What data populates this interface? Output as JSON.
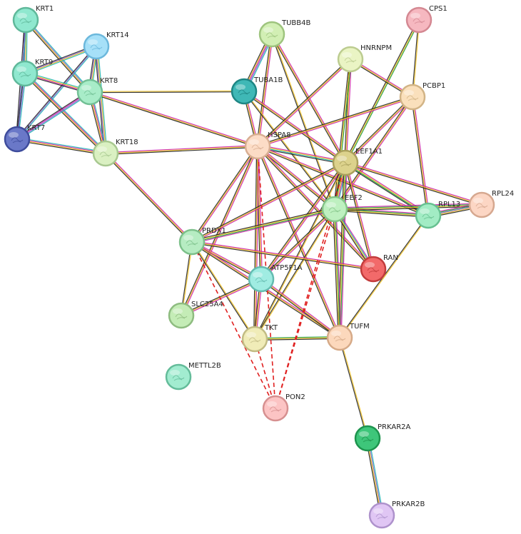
{
  "nodes": [
    {
      "id": "KRT1",
      "label": "KRT1",
      "color": "#8fe8cf",
      "border": "#5fb89a"
    },
    {
      "id": "KRT14",
      "label": "KRT14",
      "color": "#a6e0f8",
      "border": "#6cb8dc"
    },
    {
      "id": "KRT9",
      "label": "KRT9",
      "color": "#8fe8cf",
      "border": "#5fb89a"
    },
    {
      "id": "KRT8",
      "label": "KRT8",
      "color": "#a8ecc8",
      "border": "#72c095"
    },
    {
      "id": "KRT7",
      "label": "KRT7",
      "color": "#6a78c8",
      "border": "#3e4c9c"
    },
    {
      "id": "KRT18",
      "label": "KRT18",
      "color": "#daf0c2",
      "border": "#a8c890"
    },
    {
      "id": "TUBB4B",
      "label": "TUBB4B",
      "color": "#d2efb4",
      "border": "#9ec47e"
    },
    {
      "id": "TUBA1B",
      "label": "TUBA1B",
      "color": "#3fb8b6",
      "border": "#1e8684"
    },
    {
      "id": "CPS1",
      "label": "CPS1",
      "color": "#f6b8c0",
      "border": "#d48892"
    },
    {
      "id": "HNRNPM",
      "label": "HNRNPM",
      "color": "#eaf4c4",
      "border": "#bccc90"
    },
    {
      "id": "PCBP1",
      "label": "PCBP1",
      "color": "#fae0bc",
      "border": "#d2b486"
    },
    {
      "id": "HSPA8",
      "label": "HSPA8",
      "color": "#fcdcc6",
      "border": "#d8ae92"
    },
    {
      "id": "EEF1A1",
      "label": "EEF1A1",
      "color": "#dcd28c",
      "border": "#aaa05c"
    },
    {
      "id": "EEF2",
      "label": "EEF2",
      "color": "#bef0c0",
      "border": "#84c488"
    },
    {
      "id": "RPL24",
      "label": "RPL24",
      "color": "#fcd6c4",
      "border": "#d6a890"
    },
    {
      "id": "RPL13",
      "label": "RPL13",
      "color": "#a2ecc4",
      "border": "#66c090"
    },
    {
      "id": "PRDX1",
      "label": "PRDX1",
      "color": "#b6ecc2",
      "border": "#7cc08a"
    },
    {
      "id": "RAN",
      "label": "RAN",
      "color": "#f26a6a",
      "border": "#c23c3c"
    },
    {
      "id": "ATP5F1A",
      "label": "ATP5F1A",
      "color": "#a0ece2",
      "border": "#64bcb0"
    },
    {
      "id": "SLC25A4",
      "label": "SLC25A4",
      "color": "#c4ecb6",
      "border": "#8ebc80"
    },
    {
      "id": "TKT",
      "label": "TKT",
      "color": "#f0ecb8",
      "border": "#c2bc84"
    },
    {
      "id": "TUFM",
      "label": "TUFM",
      "color": "#fcd8bc",
      "border": "#d6aa88"
    },
    {
      "id": "METTL2B",
      "label": "METTL2B",
      "color": "#a2ecd0",
      "border": "#64bc9a"
    },
    {
      "id": "PON2",
      "label": "PON2",
      "color": "#fcc4c4",
      "border": "#d69090"
    },
    {
      "id": "PRKAR2A",
      "label": "PRKAR2A",
      "color": "#3ec67a",
      "border": "#1e944e"
    },
    {
      "id": "PRKAR2B",
      "label": "PRKAR2B",
      "color": "#e0c6f4",
      "border": "#ae92cc"
    }
  ],
  "edges": [
    {
      "a": "KRT1",
      "b": "KRT9",
      "types": [
        "#1fb6b6",
        "#f0c020",
        "#8866cc",
        "#222222"
      ]
    },
    {
      "a": "KRT1",
      "b": "KRT8",
      "types": [
        "#1fb6b6",
        "#8866cc",
        "#f0c020",
        "#222222"
      ]
    },
    {
      "a": "KRT1",
      "b": "KRT7",
      "types": [
        "#1fb6b6",
        "#8866cc",
        "#222222"
      ]
    },
    {
      "a": "KRT14",
      "b": "KRT9",
      "types": [
        "#1fb6b6",
        "#f0c020",
        "#8866cc",
        "#222222"
      ]
    },
    {
      "a": "KRT14",
      "b": "KRT8",
      "types": [
        "#1fb6b6",
        "#f0c020",
        "#8866cc",
        "#222222"
      ]
    },
    {
      "a": "KRT14",
      "b": "KRT7",
      "types": [
        "#1fb6b6",
        "#8866cc",
        "#222222"
      ]
    },
    {
      "a": "KRT14",
      "b": "KRT18",
      "types": [
        "#1fb6b6",
        "#f0c020",
        "#8866cc",
        "#222222"
      ]
    },
    {
      "a": "KRT9",
      "b": "KRT8",
      "types": [
        "#1fb6b6",
        "#f0c020",
        "#cc22aa",
        "#222222"
      ]
    },
    {
      "a": "KRT9",
      "b": "KRT7",
      "types": [
        "#1fb6b6",
        "#8866cc",
        "#222222"
      ]
    },
    {
      "a": "KRT9",
      "b": "KRT18",
      "types": [
        "#1fb6b6",
        "#cc22aa",
        "#f0c020",
        "#222222"
      ]
    },
    {
      "a": "KRT8",
      "b": "KRT7",
      "types": [
        "#1fb6b6",
        "#8866cc",
        "#cc22aa",
        "#222222"
      ]
    },
    {
      "a": "KRT8",
      "b": "KRT18",
      "types": [
        "#1fb6b6",
        "#cc22aa",
        "#f0c020",
        "#222222"
      ]
    },
    {
      "a": "KRT7",
      "b": "KRT18",
      "types": [
        "#1fb6b6",
        "#cc22aa",
        "#f0c020",
        "#222222"
      ]
    },
    {
      "a": "KRT8",
      "b": "TUBA1B",
      "types": [
        "#f0c020",
        "#222222"
      ]
    },
    {
      "a": "KRT8",
      "b": "HSPA8",
      "types": [
        "#cc22aa",
        "#f0c020",
        "#222222"
      ]
    },
    {
      "a": "KRT18",
      "b": "HSPA8",
      "types": [
        "#cc22aa",
        "#f0c020",
        "#222222"
      ]
    },
    {
      "a": "KRT18",
      "b": "PRDX1",
      "types": [
        "#cc22aa",
        "#f0c020",
        "#222222"
      ]
    },
    {
      "a": "TUBB4B",
      "b": "TUBA1B",
      "types": [
        "#1fb6b6",
        "#8866cc",
        "#cc22aa",
        "#f0c020",
        "#222222"
      ]
    },
    {
      "a": "TUBB4B",
      "b": "HSPA8",
      "types": [
        "#cc22aa",
        "#f0c020",
        "#222222"
      ]
    },
    {
      "a": "TUBB4B",
      "b": "EEF1A1",
      "types": [
        "#cc22aa",
        "#f0c020",
        "#222222"
      ]
    },
    {
      "a": "TUBB4B",
      "b": "EEF2",
      "types": [
        "#f0c020",
        "#222222"
      ]
    },
    {
      "a": "TUBA1B",
      "b": "HSPA8",
      "types": [
        "#cc22aa",
        "#f0c020",
        "#222222"
      ]
    },
    {
      "a": "TUBA1B",
      "b": "EEF1A1",
      "types": [
        "#cc22aa",
        "#f0c020",
        "#222222"
      ]
    },
    {
      "a": "TUBA1B",
      "b": "EEF2",
      "types": [
        "#f0c020",
        "#222222"
      ]
    },
    {
      "a": "CPS1",
      "b": "PCBP1",
      "types": [
        "#f0c020",
        "#222222"
      ]
    },
    {
      "a": "CPS1",
      "b": "EEF1A1",
      "types": [
        "#1a9a3a",
        "#f0c020",
        "#222222"
      ]
    },
    {
      "a": "HNRNPM",
      "b": "PCBP1",
      "types": [
        "#cc22aa",
        "#f0c020",
        "#222222"
      ]
    },
    {
      "a": "HNRNPM",
      "b": "HSPA8",
      "types": [
        "#cc22aa",
        "#f0c020",
        "#222222"
      ]
    },
    {
      "a": "HNRNPM",
      "b": "EEF1A1",
      "types": [
        "#cc22aa",
        "#f0c020",
        "#222222"
      ]
    },
    {
      "a": "HNRNPM",
      "b": "EEF2",
      "types": [
        "#1a9a3a",
        "#f0c020",
        "#222222"
      ]
    },
    {
      "a": "PCBP1",
      "b": "HSPA8",
      "types": [
        "#cc22aa",
        "#f0c020",
        "#222222"
      ]
    },
    {
      "a": "PCBP1",
      "b": "EEF1A1",
      "types": [
        "#cc22aa",
        "#f0c020",
        "#222222"
      ]
    },
    {
      "a": "PCBP1",
      "b": "EEF2",
      "types": [
        "#cc22aa",
        "#f0c020",
        "#222222"
      ]
    },
    {
      "a": "PCBP1",
      "b": "RPL13",
      "types": [
        "#cc22aa",
        "#f0c020",
        "#222222"
      ]
    },
    {
      "a": "HSPA8",
      "b": "EEF1A1",
      "types": [
        "#cc22aa",
        "#f0c020",
        "#1fb6b6",
        "#222222"
      ]
    },
    {
      "a": "HSPA8",
      "b": "EEF2",
      "types": [
        "#cc22aa",
        "#f0c020",
        "#222222"
      ]
    },
    {
      "a": "HSPA8",
      "b": "RPL13",
      "types": [
        "#cc22aa",
        "#f0c020",
        "#222222"
      ]
    },
    {
      "a": "HSPA8",
      "b": "PRDX1",
      "types": [
        "#cc22aa",
        "#f0c020",
        "#222222"
      ]
    },
    {
      "a": "HSPA8",
      "b": "RAN",
      "types": [
        "#cc22aa",
        "#f0c020",
        "#222222"
      ]
    },
    {
      "a": "HSPA8",
      "b": "ATP5F1A",
      "types": [
        "#cc22aa",
        "#f0c020",
        "#222222"
      ]
    },
    {
      "a": "HSPA8",
      "b": "TKT",
      "types": [
        "#cc22aa",
        "#f0c020",
        "#222222"
      ]
    },
    {
      "a": "HSPA8",
      "b": "TUFM",
      "types": [
        "#cc22aa",
        "#f0c020",
        "#222222"
      ]
    },
    {
      "a": "HSPA8",
      "b": "SLC25A4",
      "types": [
        "#cc22aa",
        "#f0c020",
        "#222222"
      ]
    },
    {
      "a": "EEF1A1",
      "b": "EEF2",
      "types": [
        "#1fb6b6",
        "#cc22aa",
        "#f0c020",
        "#1a9a3a",
        "#222222"
      ]
    },
    {
      "a": "EEF1A1",
      "b": "RPL13",
      "types": [
        "#cc22aa",
        "#f0c020",
        "#1a9a3a",
        "#222222"
      ]
    },
    {
      "a": "EEF1A1",
      "b": "RPL24",
      "types": [
        "#cc22aa",
        "#f0c020",
        "#222222"
      ]
    },
    {
      "a": "EEF1A1",
      "b": "PRDX1",
      "types": [
        "#cc22aa",
        "#f0c020",
        "#222222"
      ]
    },
    {
      "a": "EEF1A1",
      "b": "RAN",
      "types": [
        "#cc22aa",
        "#f0c020",
        "#222222"
      ]
    },
    {
      "a": "EEF1A1",
      "b": "ATP5F1A",
      "types": [
        "#cc22aa",
        "#f0c020",
        "#222222"
      ]
    },
    {
      "a": "EEF1A1",
      "b": "TUFM",
      "types": [
        "#cc22aa",
        "#1a9a3a",
        "#f0c020",
        "#222222"
      ]
    },
    {
      "a": "EEF1A1",
      "b": "TKT",
      "types": [
        "#f0c020",
        "#222222"
      ]
    },
    {
      "a": "EEF2",
      "b": "RPL13",
      "types": [
        "#cc22aa",
        "#1a9a3a",
        "#f0c020",
        "#222222"
      ]
    },
    {
      "a": "EEF2",
      "b": "RPL24",
      "types": [
        "#cc22aa",
        "#1a9a3a",
        "#f0c020",
        "#222222"
      ]
    },
    {
      "a": "EEF2",
      "b": "PRDX1",
      "types": [
        "#cc22aa",
        "#1a9a3a",
        "#f0c020",
        "#222222"
      ]
    },
    {
      "a": "EEF2",
      "b": "RAN",
      "types": [
        "#cc22aa",
        "#1fb6b6",
        "#f0c020",
        "#222222"
      ]
    },
    {
      "a": "EEF2",
      "b": "ATP5F1A",
      "types": [
        "#cc22aa",
        "#f0c020",
        "#222222"
      ]
    },
    {
      "a": "EEF2",
      "b": "TUFM",
      "types": [
        "#cc22aa",
        "#1a9a3a",
        "#f0c020",
        "#222222"
      ]
    },
    {
      "a": "EEF2",
      "b": "TKT",
      "types": [
        "#f0c020",
        "#222222"
      ]
    },
    {
      "a": "RPL13",
      "b": "RPL24",
      "types": [
        "#cc22aa",
        "#1a9a3a",
        "#8866cc",
        "#f0c020",
        "#222222"
      ]
    },
    {
      "a": "RPL13",
      "b": "TUFM",
      "types": [
        "#f0c020",
        "#222222"
      ]
    },
    {
      "a": "PRDX1",
      "b": "RAN",
      "types": [
        "#cc22aa",
        "#f0c020",
        "#222222"
      ]
    },
    {
      "a": "PRDX1",
      "b": "ATP5F1A",
      "types": [
        "#cc22aa",
        "#f0c020",
        "#222222"
      ]
    },
    {
      "a": "PRDX1",
      "b": "TUFM",
      "types": [
        "#cc22aa",
        "#f0c020",
        "#222222"
      ]
    },
    {
      "a": "PRDX1",
      "b": "SLC25A4",
      "types": [
        "#f0c020",
        "#222222"
      ]
    },
    {
      "a": "PRDX1",
      "b": "TKT",
      "types": [
        "#f0c020",
        "#222222"
      ]
    },
    {
      "a": "ATP5F1A",
      "b": "TUFM",
      "types": [
        "#cc22aa",
        "#f0c020",
        "#222222"
      ]
    },
    {
      "a": "ATP5F1A",
      "b": "TKT",
      "types": [
        "#cc22aa",
        "#f0c020",
        "#222222"
      ]
    },
    {
      "a": "ATP5F1A",
      "b": "SLC25A4",
      "types": [
        "#cc22aa",
        "#f0c020",
        "#222222"
      ]
    },
    {
      "a": "TKT",
      "b": "TUFM",
      "types": [
        "#1a9a3a",
        "#f0c020",
        "#222222"
      ]
    },
    {
      "a": "TUFM",
      "b": "PRKAR2A",
      "types": [
        "#f0c020",
        "#222222"
      ]
    },
    {
      "a": "PRKAR2A",
      "b": "PRKAR2B",
      "types": [
        "#1fb6b6",
        "#8866cc",
        "#f0c020",
        "#222222"
      ]
    }
  ],
  "dashed_edges": [
    {
      "a": "PON2",
      "b": "HSPA8",
      "color": "#e02020"
    },
    {
      "a": "PON2",
      "b": "PRDX1",
      "color": "#e02020"
    },
    {
      "a": "PON2",
      "b": "EEF2",
      "color": "#e02020"
    },
    {
      "a": "PON2",
      "b": "EEF1A1",
      "color": "#e02020"
    },
    {
      "a": "PON2",
      "b": "TKT",
      "color": "#e02020"
    }
  ]
}
